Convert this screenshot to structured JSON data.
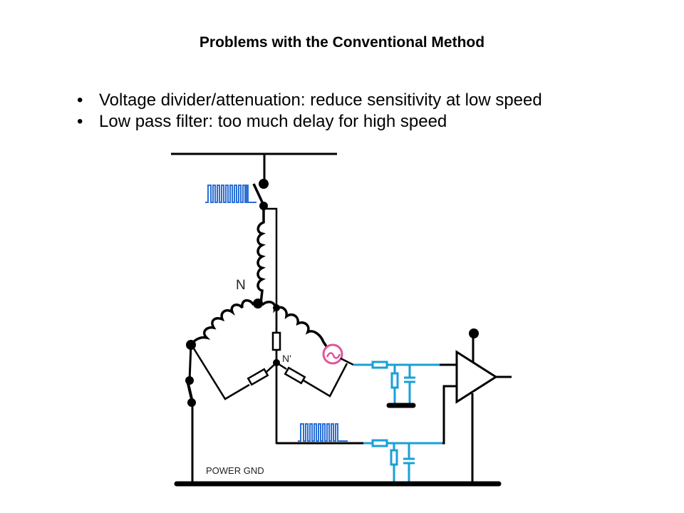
{
  "slide": {
    "title": "Problems with the Conventional Method",
    "bullets": [
      "Voltage divider/attenuation: reduce sensitivity at low speed",
      "Low pass filter: too much delay for high speed"
    ]
  },
  "diagram": {
    "labels": {
      "neutral": "N",
      "virtual_neutral": "N'",
      "power_ground": "POWER GND",
      "ac_source_symbol": "~"
    },
    "colors": {
      "wire": "#000000",
      "filter": "#1a9fd9",
      "pwm": "#2a6fd6",
      "source": "#e0559b"
    }
  }
}
